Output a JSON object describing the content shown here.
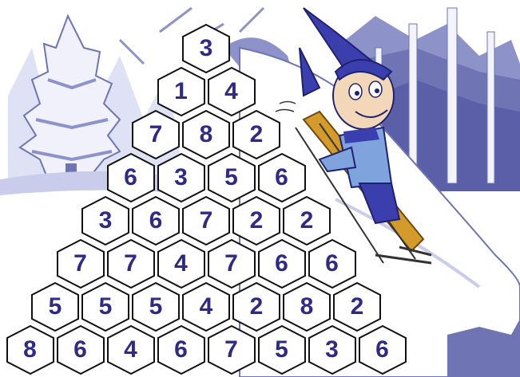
{
  "puzzle": {
    "rows": [
      [
        "3"
      ],
      [
        "1",
        "4"
      ],
      [
        "7",
        "8",
        "2"
      ],
      [
        "6",
        "3",
        "5",
        "6"
      ],
      [
        "3",
        "6",
        "7",
        "2",
        "2"
      ],
      [
        "7",
        "7",
        "4",
        "7",
        "6",
        "6"
      ],
      [
        "5",
        "5",
        "5",
        "4",
        "2",
        "8",
        "2"
      ],
      [
        "8",
        "6",
        "4",
        "6",
        "7",
        "5",
        "3",
        "6"
      ]
    ],
    "cell_fill": "#ffffff",
    "cell_stroke": "#111111",
    "number_color": "#2f2a86"
  },
  "scene": {
    "sky_color": "#ffffff",
    "tree_color": "#6e74b4",
    "snow_shadow_color": "#c9ccea",
    "elf_suit_color": "#7fa3dc",
    "elf_hat_color": "#3b3fae",
    "sled_color": "#d49a2a"
  }
}
